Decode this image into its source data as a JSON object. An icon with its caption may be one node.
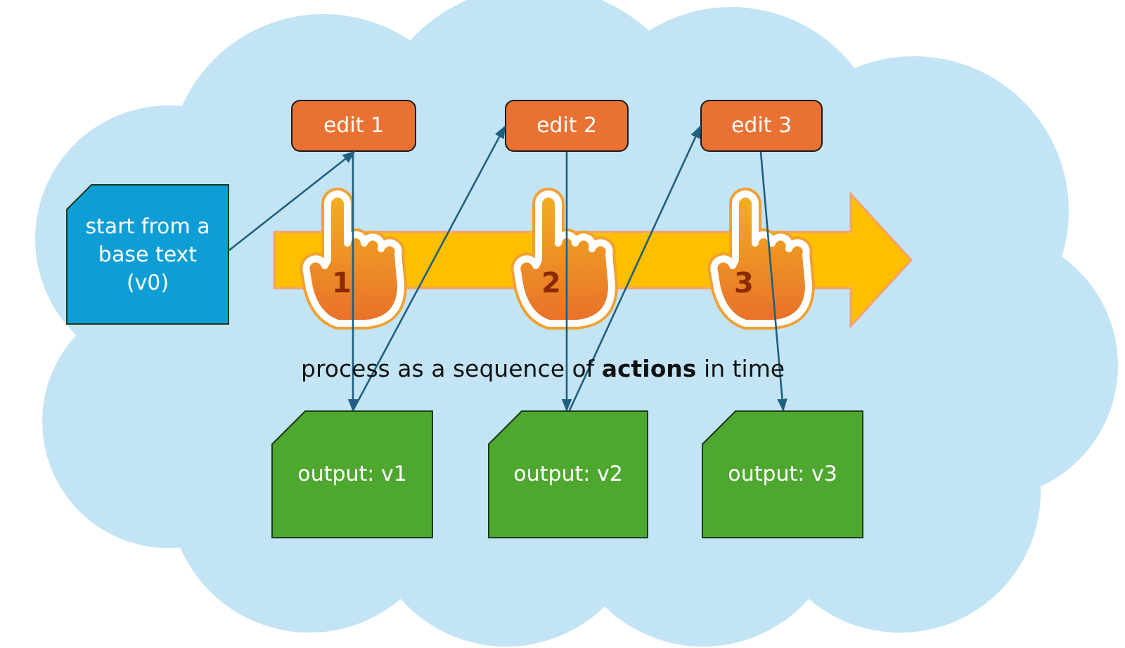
{
  "diagram": {
    "nodes": [
      {
        "text": [
          "edit 1"
        ]
      },
      {
        "text": [
          "edit 2"
        ]
      },
      {
        "text": [
          "edit 3"
        ]
      },
      {
        "text": [
          "start from a base text (v0)"
        ]
      },
      {
        "text": [
          "output: v1"
        ]
      },
      {
        "text": [
          "output: v2"
        ]
      },
      {
        "text": [
          "output: v3"
        ]
      }
    ],
    "edges": [
      {
        "from": 3,
        "to": 0,
        "arrow": "to"
      },
      {
        "from": 0,
        "to": 4,
        "arrow": "to"
      },
      {
        "from": 4,
        "to": 1,
        "arrow": "to"
      },
      {
        "from": 1,
        "to": 5,
        "arrow": "to"
      },
      {
        "from": 5,
        "to": 2,
        "arrow": "to"
      },
      {
        "from": 2,
        "to": 6,
        "arrow": "to"
      }
    ],
    "labels": [
      "1",
      "2",
      "3",
      "process as a sequence of **actions** in time"
    ]
  }
}
